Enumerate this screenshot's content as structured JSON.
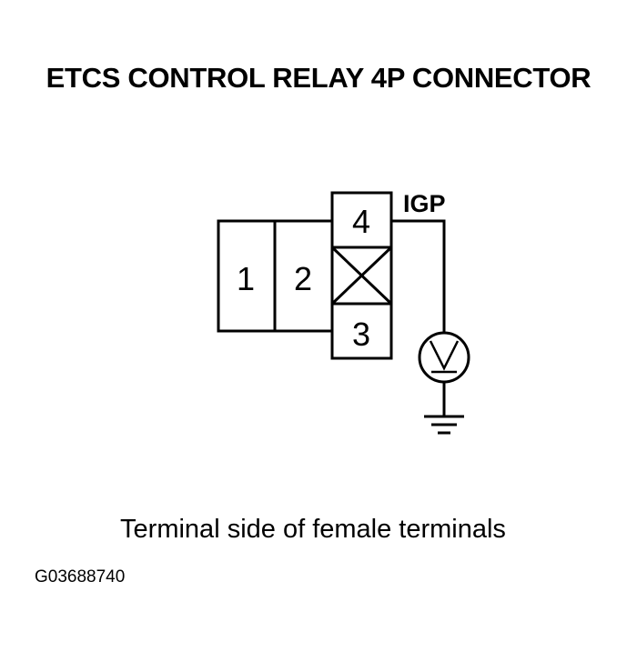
{
  "title": "ETCS CONTROL RELAY 4P CONNECTOR",
  "connector": {
    "pins": [
      {
        "number": "1"
      },
      {
        "number": "2"
      },
      {
        "number": "3"
      },
      {
        "number": "4"
      }
    ],
    "signal_label": "IGP"
  },
  "caption": "Terminal side of female terminals",
  "figure_id": "G03688740"
}
